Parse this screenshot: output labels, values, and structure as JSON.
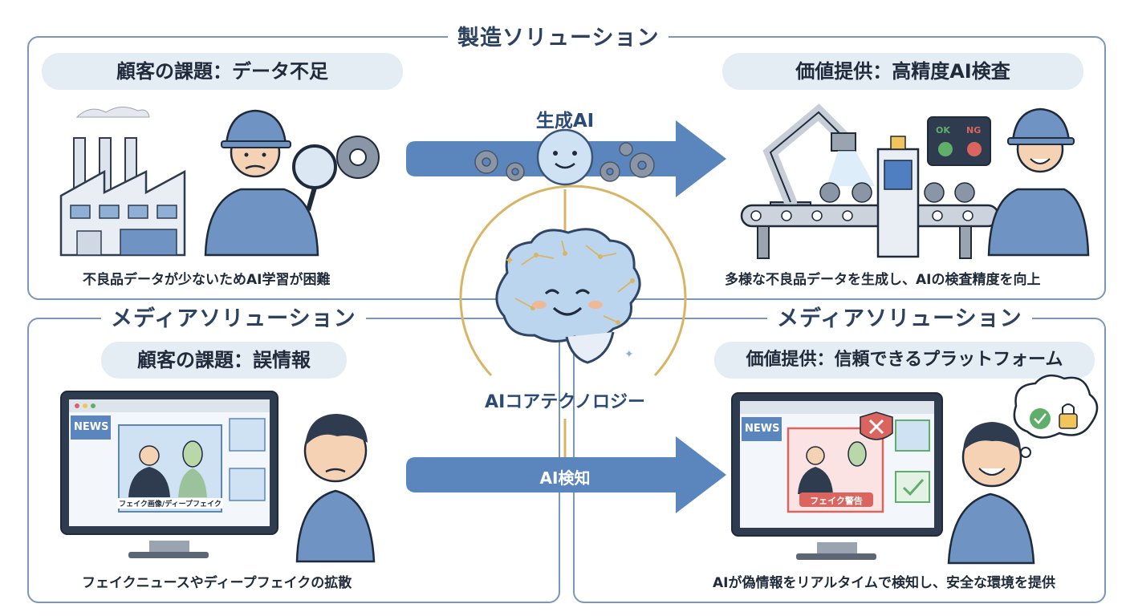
{
  "top_section": {
    "title": "製造ソリューション",
    "left": {
      "pill": "顧客の課題：データ不足",
      "caption": "不良品データが少ないためAI学習が困難"
    },
    "right": {
      "pill": "価値提供：高精度AI検査",
      "caption": "多様な不良品データを生成し、AIの検査精度を向上",
      "screen_ok": "OK",
      "screen_ng": "NG"
    }
  },
  "bottom_left": {
    "title": "メディアソリューション",
    "pill": "顧客の課題：誤情報",
    "caption": "フェイクニュースやディープフェイクの拡散",
    "news_label": "NEWS",
    "fake_label": "フェイク画像/ディープフェイク"
  },
  "bottom_right": {
    "title": "メディアソリューション",
    "pill": "価値提供：信頼できるプラットフォーム",
    "caption": "AIが偽情報をリアルタイムで検知し、安全な環境を提供",
    "news_label": "NEWS",
    "warning_label": "フェイク警告"
  },
  "center": {
    "top_arrow_label": "生成AI",
    "core_label": "AIコアテクノロジー",
    "bottom_arrow_label": "AI検知"
  },
  "colors": {
    "panel_border": "#7b97b8",
    "pill_bg": "#e4ecf4",
    "arrow": "#5b86bd",
    "gold": "#d8b565",
    "worker_blue": "#6f93c2"
  }
}
